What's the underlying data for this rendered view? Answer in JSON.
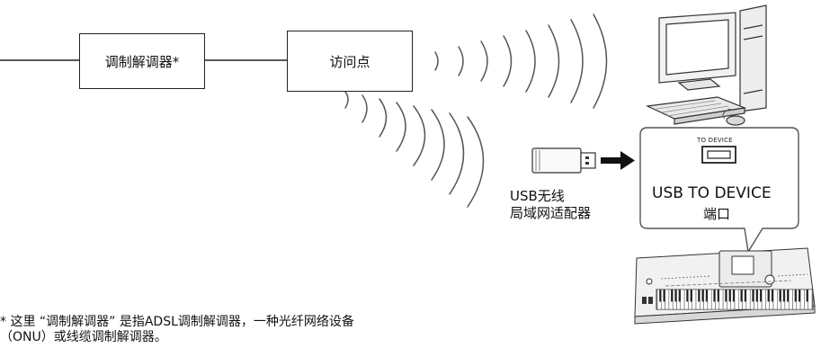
{
  "nodes": {
    "modem": "调制解调器*",
    "access_point": "访问点",
    "usb_adapter": [
      "USB无线",
      "局域网适配器"
    ],
    "port_small": "TO DEVICE",
    "port_title": "USB TO DEVICE",
    "port_sub": "端口"
  },
  "footnote": [
    "* 这里 “调制解调器” 是指ADSL调制解调器，一种光纤网络设备",
    "（ONU）或线缆调制解调器。"
  ],
  "icons": [
    "desktop-computer-icon",
    "wireless-wave-icon",
    "usb-dongle-icon",
    "usb-port-icon",
    "digital-keyboard-icon"
  ]
}
